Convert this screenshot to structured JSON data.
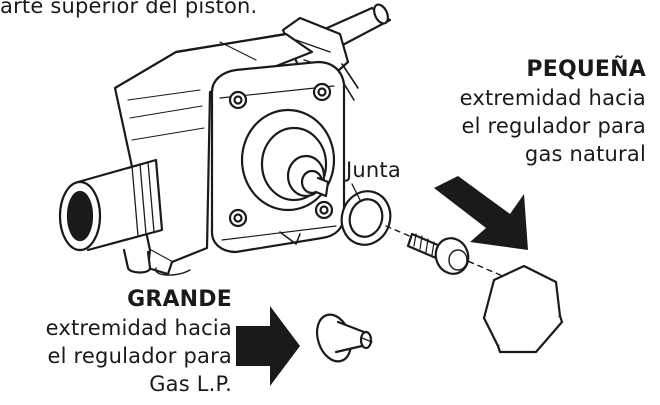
{
  "top_caption": "arte superior del pistón.",
  "junta_label": "Junta",
  "small_end": {
    "title": "PEQUEÑA",
    "lines": [
      "extremidad hacia",
      "el regulador para",
      "gas natural"
    ]
  },
  "large_end": {
    "title": "GRANDE",
    "lines": [
      "extremidad hacia",
      "el regulador para",
      "Gas L.P."
    ]
  }
}
